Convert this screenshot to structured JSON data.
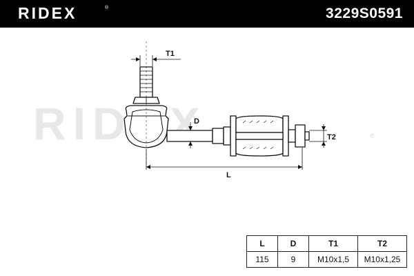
{
  "header": {
    "brand": "RIDEX",
    "brand_mark": "®",
    "part_number": "3229S0591"
  },
  "watermark": {
    "text": "RIDEX",
    "mark": "®"
  },
  "dimensions": {
    "t1": "T1",
    "d": "D",
    "t2": "T2",
    "l": "L"
  },
  "specs": {
    "headers": [
      "L",
      "D",
      "T1",
      "T2"
    ],
    "values": [
      "115",
      "9",
      "M10x1,5",
      "M10x1,25"
    ]
  },
  "colors": {
    "header_bg": "#000000",
    "header_text": "#ffffff",
    "line": "#111111",
    "watermark": "#e6e6e6"
  }
}
